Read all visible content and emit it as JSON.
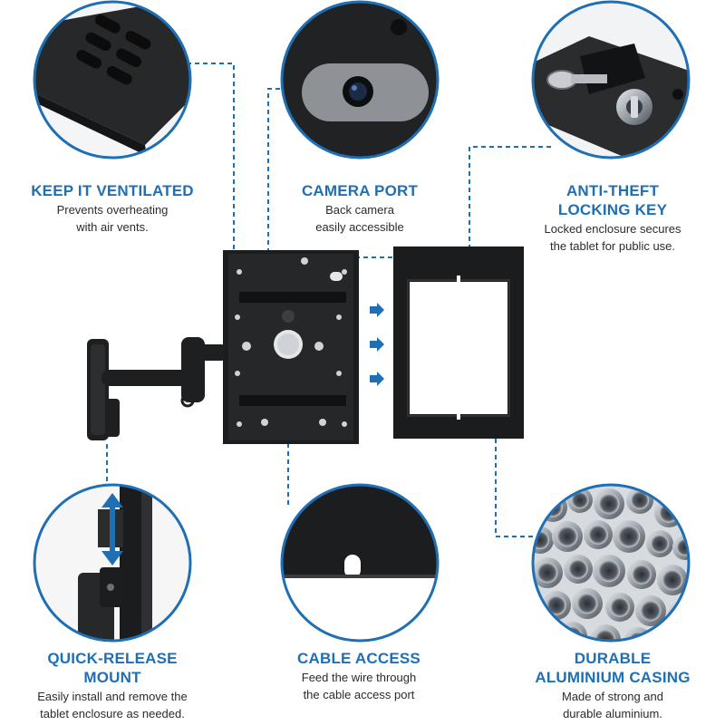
{
  "accent_color": "#1f6fb5",
  "features": {
    "ventilated": {
      "title": "KEEP IT VENTILATED",
      "desc_line1": "Prevents overheating",
      "desc_line2": "with air vents."
    },
    "camera": {
      "title": "CAMERA PORT",
      "desc_line1": "Back camera",
      "desc_line2": "easily accessible"
    },
    "locking": {
      "title_line1": "ANTI-THEFT",
      "title_line2": "LOCKING KEY",
      "desc_line1": "Locked enclosure secures",
      "desc_line2": "the tablet for public use."
    },
    "quick_release": {
      "title_line1": "QUICK-RELEASE",
      "title_line2": "MOUNT",
      "desc_line1": "Easily install and remove the",
      "desc_line2": "tablet enclosure as needed."
    },
    "cable": {
      "title": "CABLE ACCESS",
      "desc_line1": "Feed the wire through",
      "desc_line2": "the cable access port"
    },
    "aluminium": {
      "title_line1": "DURABLE",
      "title_line2": "ALUMINIUM CASING",
      "desc_line1": "Made of strong and",
      "desc_line2": "durable aluminium."
    }
  }
}
